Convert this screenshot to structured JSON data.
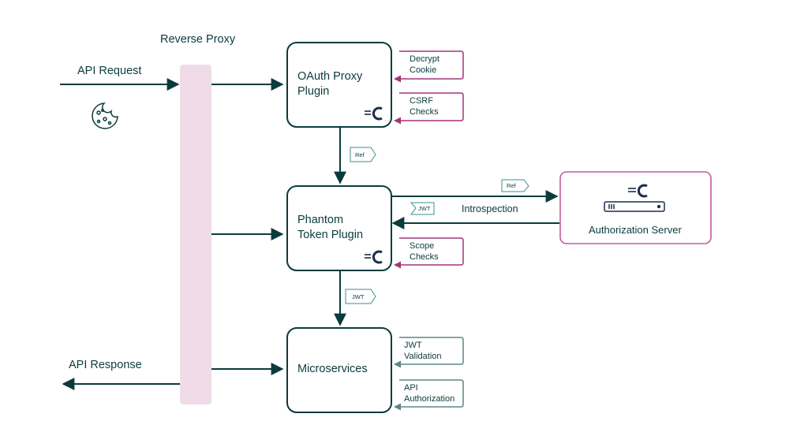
{
  "labels": {
    "reverse_proxy": "Reverse Proxy",
    "api_request": "API Request",
    "api_response": "API Response",
    "introspection": "Introspection"
  },
  "nodes": {
    "oauth_proxy": {
      "line1": "OAuth Proxy",
      "line2": "Plugin"
    },
    "phantom": {
      "line1": "Phantom",
      "line2": "Token Plugin"
    },
    "microservices": {
      "title": "Microservices"
    },
    "auth_server": {
      "title": "Authorization Server"
    }
  },
  "steps": {
    "decrypt": {
      "line1": "Decrypt",
      "line2": "Cookie"
    },
    "csrf": {
      "line1": "CSRF",
      "line2": "Checks"
    },
    "scope": {
      "line1": "Scope",
      "line2": "Checks"
    },
    "jwt_validation": {
      "line1": "JWT",
      "line2": "Validation"
    },
    "api_authz": {
      "line1": "API",
      "line2": "Authorization"
    }
  },
  "tokens": {
    "ref1": "Ref",
    "ref2": "Ref",
    "jwt1": "JWT",
    "jwt2": "JWT"
  },
  "colors": {
    "dark_teal": "#0b3b3c",
    "magenta": "#a3347a",
    "gray_teal": "#5d8586",
    "proxy_bar": "#f0dce8",
    "auth_border": "#c25aa0"
  },
  "icons": [
    "cookie-icon",
    "curity-logo-icon",
    "server-icon"
  ]
}
